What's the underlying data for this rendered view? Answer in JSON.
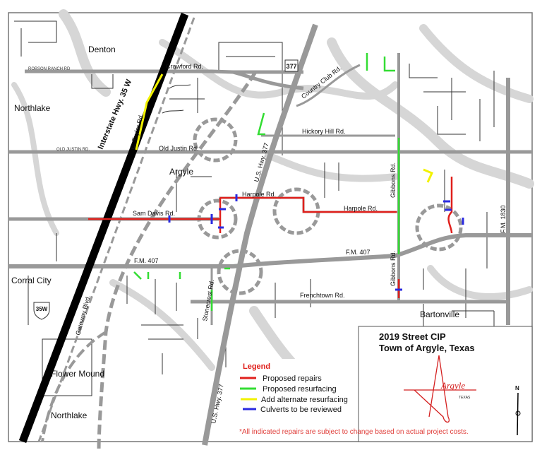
{
  "places": {
    "denton": "Denton",
    "northlake_top": "Northlake",
    "argyle": "Argyle",
    "corral_city": "Corral City",
    "flower_mound": "Flower Mound",
    "northlake_bottom": "Northlake",
    "bartonville": "Bartonville"
  },
  "roads": {
    "robson_ranch": "ROBSON RANCH RD",
    "crawford": "Crawford Rd.",
    "i35w": "Interstate Hwy. 35 W",
    "c_taylor": "C. Taylor Rd.",
    "old_justin": "Old Justin Rd.",
    "old_justin_small": "OLD JUSTIN RD.",
    "hickory_hill": "Hickory Hill Rd.",
    "country_club": "Country Club Rd.",
    "us377": "U.S. Hwy. 377",
    "us377_south": "U.S. Hwy. 377",
    "harpole_west": "Harpole Rd.",
    "harpole_east": "Harpole Rd.",
    "sam_davis": "Sam Davis Rd.",
    "fm407_west": "F.M. 407",
    "fm407_east": "F.M. 407",
    "gibbons_north": "Gibbons Rd.",
    "gibbons_south": "Gibbons Rd.",
    "fm1830": "F.M. 1830",
    "frenchtown": "Frenchtown Rd.",
    "gateway": "Gateway Blvd.",
    "stonecrest": "Stonecrest Rd."
  },
  "shields": {
    "us377": "377",
    "i35w": "35W"
  },
  "title": {
    "line1": "2019 Street CIP",
    "line2": "Town of Argyle, Texas"
  },
  "logo": {
    "text": "Argyle",
    "sub": "TEXAS"
  },
  "north_arrow": "N",
  "legend": {
    "title": "Legend",
    "items": [
      {
        "label": "Proposed repairs",
        "color": "#e0201c"
      },
      {
        "label": "Proposed resurfacing",
        "color": "#33dd33"
      },
      {
        "label": "Add alternate resurfacing",
        "color": "#f2f200"
      },
      {
        "label": "Culverts to be reviewed",
        "color": "#2a2ae0"
      }
    ]
  },
  "disclaimer": "*All indicated repairs are subject to change based on actual  project costs."
}
